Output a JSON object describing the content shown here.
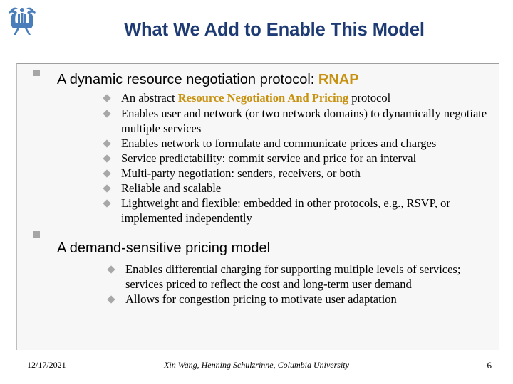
{
  "logo": {
    "name": "columbia-crown-logo",
    "color": "#4A7EBB"
  },
  "title": {
    "text": "What We Add to Enable This Model",
    "color": "#1F3B73"
  },
  "accent_gold": "#C89211",
  "sections": [
    {
      "heading": {
        "plain": "A dynamic resource negotiation protocol: ",
        "highlight": "RNAP"
      },
      "items": [
        {
          "pre": "An abstract ",
          "highlight": "Resource Negotiation And Pricing",
          "post": " protocol"
        },
        {
          "pre": "Enables user and network (or two network domains) to dynamically negotiate multiple services",
          "highlight": "",
          "post": ""
        },
        {
          "pre": "Enables network to formulate and communicate prices and charges",
          "highlight": "",
          "post": ""
        },
        {
          "pre": "Service predictability: commit service and price for an interval",
          "highlight": "",
          "post": ""
        },
        {
          "pre": "Multi-party negotiation: senders, receivers, or both",
          "highlight": "",
          "post": ""
        },
        {
          "pre": "Reliable and scalable",
          "highlight": "",
          "post": ""
        },
        {
          "pre": "Lightweight and flexible: embedded in other protocols, e.g., RSVP, or implemented independently",
          "highlight": "",
          "post": ""
        }
      ]
    },
    {
      "heading": {
        "plain": "A demand-sensitive pricing model",
        "highlight": ""
      },
      "items": [
        {
          "pre": "Enables differential charging for supporting multiple levels of services; services priced to reflect the cost and long-term user demand",
          "highlight": "",
          "post": ""
        },
        {
          "pre": "Allows for congestion pricing to motivate user adaptation",
          "highlight": "",
          "post": ""
        }
      ]
    }
  ],
  "footer": {
    "date": "12/17/2021",
    "attribution": "Xin Wang, Henning Schulzrinne, Columbia University",
    "page": "6"
  }
}
